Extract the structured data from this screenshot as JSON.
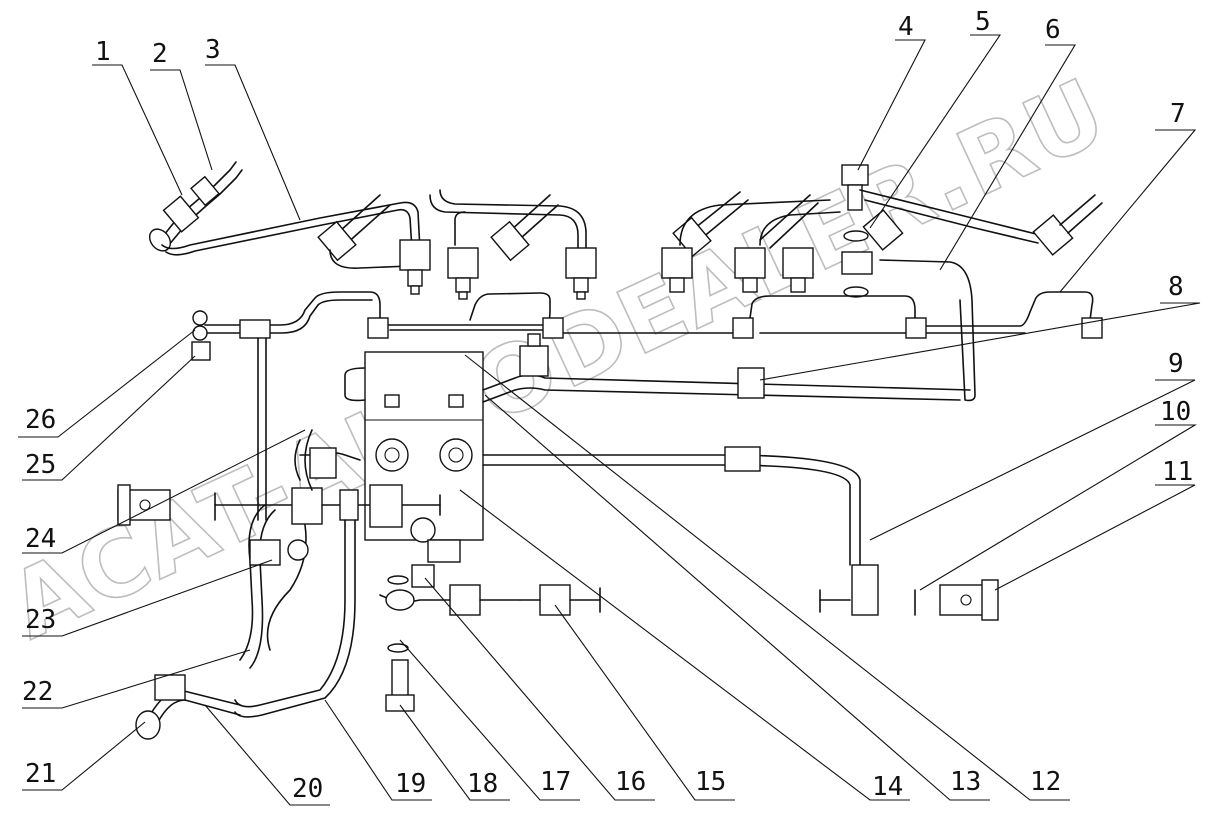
{
  "watermark": {
    "text": "ACAT-AUTODEALER.RU",
    "color": "#888888"
  },
  "callouts": [
    {
      "id": "1",
      "label": "1"
    },
    {
      "id": "2",
      "label": "2"
    },
    {
      "id": "3",
      "label": "3"
    },
    {
      "id": "4",
      "label": "4"
    },
    {
      "id": "5",
      "label": "5"
    },
    {
      "id": "6",
      "label": "6"
    },
    {
      "id": "7",
      "label": "7"
    },
    {
      "id": "8",
      "label": "8"
    },
    {
      "id": "9",
      "label": "9"
    },
    {
      "id": "10",
      "label": "10"
    },
    {
      "id": "11",
      "label": "11"
    },
    {
      "id": "12",
      "label": "12"
    },
    {
      "id": "13",
      "label": "13"
    },
    {
      "id": "14",
      "label": "14"
    },
    {
      "id": "15",
      "label": "15"
    },
    {
      "id": "16",
      "label": "16"
    },
    {
      "id": "17",
      "label": "17"
    },
    {
      "id": "18",
      "label": "18"
    },
    {
      "id": "19",
      "label": "19"
    },
    {
      "id": "20",
      "label": "20"
    },
    {
      "id": "21",
      "label": "21"
    },
    {
      "id": "22",
      "label": "22"
    },
    {
      "id": "23",
      "label": "23"
    },
    {
      "id": "24",
      "label": "24"
    },
    {
      "id": "25",
      "label": "25"
    },
    {
      "id": "26",
      "label": "26"
    }
  ]
}
